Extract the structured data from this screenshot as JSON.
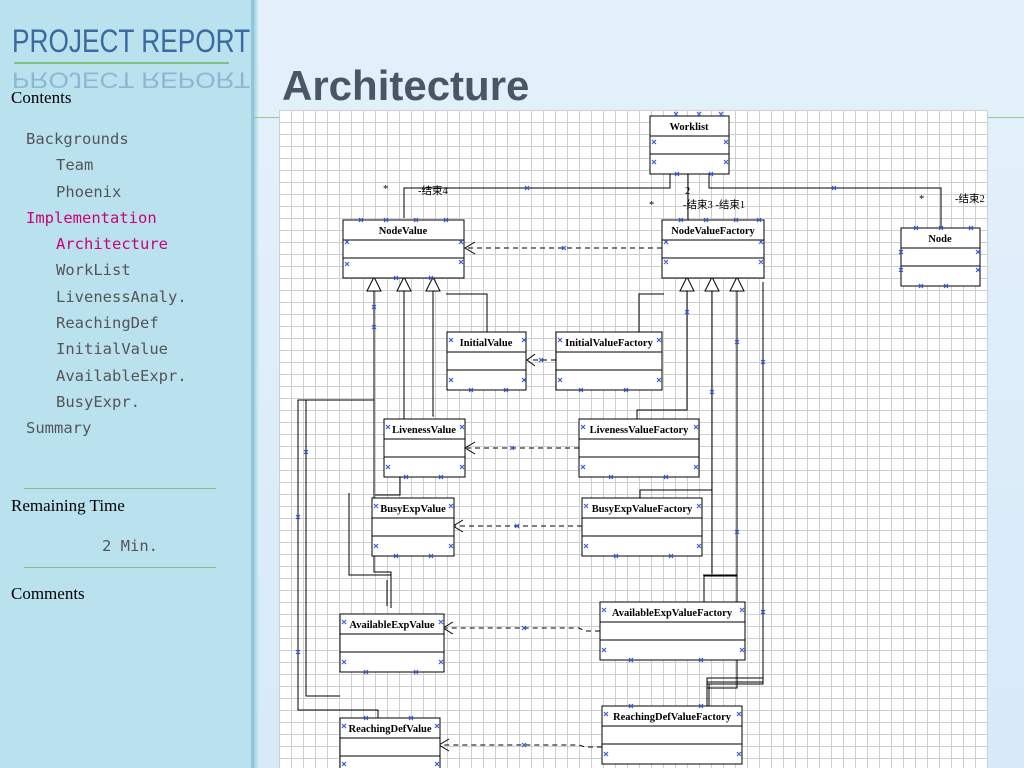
{
  "sidebar": {
    "logo": "PROJECT REPORT",
    "contents_label": "Contents",
    "nav": [
      {
        "label": "Backgrounds",
        "level": 1,
        "active": false
      },
      {
        "label": "Team",
        "level": 2,
        "active": false
      },
      {
        "label": "Phoenix",
        "level": 2,
        "active": false
      },
      {
        "label": "Implementation",
        "level": 1,
        "active": true
      },
      {
        "label": "Architecture",
        "level": 2,
        "active": true
      },
      {
        "label": "WorkList",
        "level": 2,
        "active": false
      },
      {
        "label": "LivenessAnaly.",
        "level": 2,
        "active": false
      },
      {
        "label": "ReachingDef",
        "level": 2,
        "active": false
      },
      {
        "label": "InitialValue",
        "level": 2,
        "active": false
      },
      {
        "label": "AvailableExpr.",
        "level": 2,
        "active": false
      },
      {
        "label": "BusyExpr.",
        "level": 2,
        "active": false
      },
      {
        "label": "Summary",
        "level": 1,
        "active": false
      }
    ],
    "remaining_label": "Remaining Time",
    "remaining_value": "2 Min.",
    "comments_label": "Comments"
  },
  "main": {
    "title": "Architecture"
  },
  "diagram": {
    "classes": {
      "worklist": "Worklist",
      "nodevalue": "NodeValue",
      "nodevaluefactory": "NodeValueFactory",
      "node": "Node",
      "initialvalue": "InitialValue",
      "initialvaluefactory": "InitialValueFactory",
      "livenessvalue": "LivenessValue",
      "livenessvaluefactory": "LivenessValueFactory",
      "busyexpvalue": "BusyExpValue",
      "busyexpvaluefactory": "BusyExpValueFactory",
      "availableexpvalue": "AvailableExpValue",
      "availableexpvaluefactory": "AvailableExpValueFactory",
      "reachingdefvalue": "ReachingDefValue",
      "reachingdefvaluefactory": "ReachingDefValueFactory"
    },
    "labels": {
      "mult_star_1": "*",
      "end4": "-结束4",
      "mult_2": "2",
      "mult_star_2": "*",
      "end3_end1": "-结束3  -结束1",
      "mult_star_3": "*",
      "end2": "-结束2"
    }
  }
}
